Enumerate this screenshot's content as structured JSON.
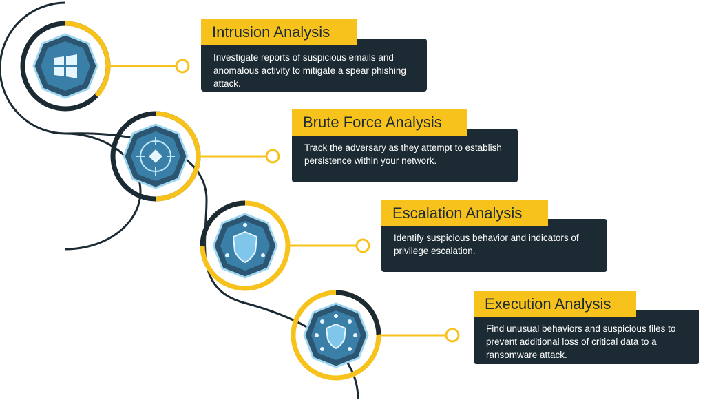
{
  "colors": {
    "accent": "#f7c21b",
    "dark": "#1b2a33",
    "text_light": "#ffffff",
    "badge_blue": "#3a7fa8",
    "badge_glow": "#8fd4f5"
  },
  "steps": [
    {
      "title": "Intrusion Analysis",
      "description": "Investigate reports of suspicious emails and anomalous activity to mitigate a spear phishing attack.",
      "icon": "windows-logo-icon"
    },
    {
      "title": "Brute Force Analysis",
      "description": "Track the adversary as they attempt to establish persistence within your network.",
      "icon": "target-crosshair-icon"
    },
    {
      "title": "Escalation Analysis",
      "description": "Identify suspicious behavior and indicators of privilege escalation.",
      "icon": "shield-network-icon"
    },
    {
      "title": "Execution Analysis",
      "description": "Find unusual behaviors and suspicious files to prevent additional loss of critical data to a ransomware attack.",
      "icon": "shield-nodes-icon"
    }
  ]
}
